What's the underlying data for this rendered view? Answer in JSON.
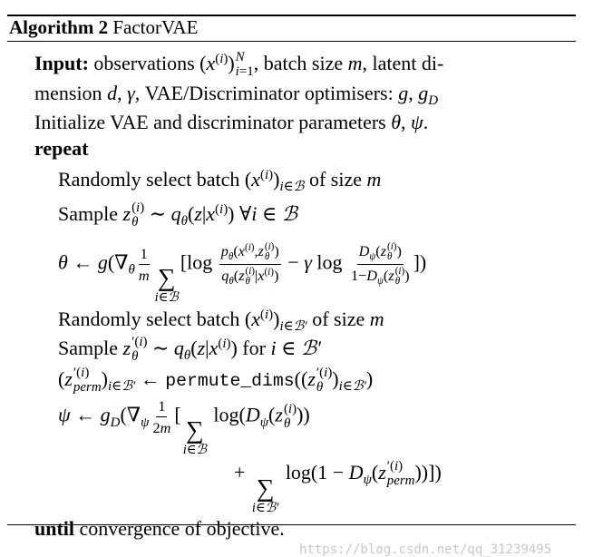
{
  "algorithm": {
    "title_label": "Algorithm 2",
    "title_name": "FactorVAE",
    "lines": [
      [
        {
          "b": "Input:"
        },
        {
          "r": " observations ("
        },
        {
          "i": "x"
        },
        {
          "sup": [
            {
              "r": "("
            },
            {
              "i": "i"
            },
            {
              "r": ")"
            }
          ]
        },
        {
          "r": ")"
        },
        {
          "ss": [
            [
              {
                "i": "N"
              }
            ],
            [
              {
                "i": "i"
              },
              {
                "r": "=1"
              }
            ]
          ]
        },
        {
          "r": ", batch size "
        },
        {
          "i": "m"
        },
        {
          "r": ", latent di-"
        }
      ],
      [
        {
          "r": "mension "
        },
        {
          "i": "d"
        },
        {
          "r": ", "
        },
        {
          "i": "γ"
        },
        {
          "r": ", VAE/Discriminator optimisers: "
        },
        {
          "i": "g"
        },
        {
          "r": ", "
        },
        {
          "i": "g"
        },
        {
          "sub": [
            {
              "i": "D"
            }
          ]
        }
      ],
      [
        {
          "r": "Initialize VAE and discriminator parameters "
        },
        {
          "i": "θ"
        },
        {
          "r": ", "
        },
        {
          "i": "ψ"
        },
        {
          "r": "."
        }
      ],
      [
        {
          "b": "repeat"
        }
      ],
      [
        {
          "r": "Randomly select batch ("
        },
        {
          "i": "x"
        },
        {
          "sup": [
            {
              "r": "("
            },
            {
              "i": "i"
            },
            {
              "r": ")"
            }
          ]
        },
        {
          "r": ")"
        },
        {
          "sub": [
            {
              "i": "i"
            },
            {
              "r": "∈"
            },
            {
              "i": "ℬ"
            }
          ]
        },
        {
          "r": " of size "
        },
        {
          "i": "m"
        }
      ],
      [
        {
          "r": "Sample "
        },
        {
          "i": "z"
        },
        {
          "ss": [
            [
              {
                "r": "("
              },
              {
                "i": "i"
              },
              {
                "r": ")"
              }
            ],
            [
              {
                "i": "θ"
              }
            ]
          ]
        },
        {
          "r": " ∼ "
        },
        {
          "i": "q"
        },
        {
          "sub": [
            {
              "i": "θ"
            }
          ]
        },
        {
          "r": "("
        },
        {
          "i": "z"
        },
        {
          "r": "|"
        },
        {
          "i": "x"
        },
        {
          "sup": [
            {
              "r": "("
            },
            {
              "i": "i"
            },
            {
              "r": ")"
            }
          ]
        },
        {
          "r": ") ∀"
        },
        {
          "i": "i"
        },
        {
          "r": " ∈ "
        },
        {
          "i": "ℬ"
        }
      ],
      [
        {
          "i": "θ"
        },
        {
          "r": " ← "
        },
        {
          "i": "g"
        },
        {
          "r": "(∇"
        },
        {
          "sub": [
            {
              "i": "θ"
            }
          ]
        },
        {
          "frac": [
            [
              {
                "r": "1"
              }
            ],
            [
              {
                "i": "m"
              }
            ]
          ]
        },
        {
          "sum": [
            {
              "i": "i"
            },
            {
              "r": "∈"
            },
            {
              "i": "ℬ"
            }
          ]
        },
        {
          "r": "[log "
        },
        {
          "frac": [
            [
              {
                "i": "p"
              },
              {
                "sub": [
                  {
                    "i": "θ"
                  }
                ]
              },
              {
                "r": "("
              },
              {
                "i": "x"
              },
              {
                "sup": [
                  {
                    "r": "("
                  },
                  {
                    "i": "i"
                  },
                  {
                    "r": ")"
                  }
                ]
              },
              {
                "r": ","
              },
              {
                "i": "z"
              },
              {
                "ss": [
                  [
                    {
                      "r": "("
                    },
                    {
                      "i": "i"
                    },
                    {
                      "r": ")"
                    }
                  ],
                  [
                    {
                      "i": "θ"
                    }
                  ]
                ]
              },
              {
                "r": ")"
              }
            ],
            [
              {
                "i": "q"
              },
              {
                "sub": [
                  {
                    "i": "θ"
                  }
                ]
              },
              {
                "r": "("
              },
              {
                "i": "z"
              },
              {
                "ss": [
                  [
                    {
                      "r": "("
                    },
                    {
                      "i": "i"
                    },
                    {
                      "r": ")"
                    }
                  ],
                  [
                    {
                      "i": "θ"
                    }
                  ]
                ]
              },
              {
                "r": "|"
              },
              {
                "i": "x"
              },
              {
                "sup": [
                  {
                    "r": "("
                  },
                  {
                    "i": "i"
                  },
                  {
                    "r": ")"
                  }
                ]
              },
              {
                "r": ")"
              }
            ]
          ]
        },
        {
          "r": " − "
        },
        {
          "i": "γ"
        },
        {
          "r": " log "
        },
        {
          "frac": [
            [
              {
                "i": "D"
              },
              {
                "sub": [
                  {
                    "i": "ψ"
                  }
                ]
              },
              {
                "r": "("
              },
              {
                "i": "z"
              },
              {
                "ss": [
                  [
                    {
                      "r": "("
                    },
                    {
                      "i": "i"
                    },
                    {
                      "r": ")"
                    }
                  ],
                  [
                    {
                      "i": "θ"
                    }
                  ]
                ]
              },
              {
                "r": ")"
              }
            ],
            [
              {
                "r": "1−"
              },
              {
                "i": "D"
              },
              {
                "sub": [
                  {
                    "i": "ψ"
                  }
                ]
              },
              {
                "r": "("
              },
              {
                "i": "z"
              },
              {
                "ss": [
                  [
                    {
                      "r": "("
                    },
                    {
                      "i": "i"
                    },
                    {
                      "r": ")"
                    }
                  ],
                  [
                    {
                      "i": "θ"
                    }
                  ]
                ]
              },
              {
                "r": ")"
              }
            ]
          ]
        },
        {
          "r": "])"
        }
      ],
      [
        {
          "r": "Randomly select batch ("
        },
        {
          "i": "x"
        },
        {
          "sup": [
            {
              "r": "("
            },
            {
              "i": "i"
            },
            {
              "r": ")"
            }
          ]
        },
        {
          "r": ")"
        },
        {
          "sub": [
            {
              "i": "i"
            },
            {
              "r": "∈"
            },
            {
              "i": "ℬ′"
            }
          ]
        },
        {
          "r": " of size "
        },
        {
          "i": "m"
        }
      ],
      [
        {
          "r": "Sample "
        },
        {
          "i": "z"
        },
        {
          "ss": [
            [
              {
                "r": "′("
              },
              {
                "i": "i"
              },
              {
                "r": ")"
              }
            ],
            [
              {
                "i": "θ"
              }
            ]
          ]
        },
        {
          "r": " ∼ "
        },
        {
          "i": "q"
        },
        {
          "sub": [
            {
              "i": "θ"
            }
          ]
        },
        {
          "r": "("
        },
        {
          "i": "z"
        },
        {
          "r": "|"
        },
        {
          "i": "x"
        },
        {
          "sup": [
            {
              "r": "("
            },
            {
              "i": "i"
            },
            {
              "r": ")"
            }
          ]
        },
        {
          "r": ") for "
        },
        {
          "i": "i"
        },
        {
          "r": " ∈ "
        },
        {
          "i": "ℬ′"
        }
      ],
      [
        {
          "r": "("
        },
        {
          "i": "z"
        },
        {
          "ss": [
            [
              {
                "r": "′("
              },
              {
                "i": "i"
              },
              {
                "r": ")"
              }
            ],
            [
              {
                "i": "perm"
              }
            ]
          ]
        },
        {
          "r": ")"
        },
        {
          "sub": [
            {
              "i": "i"
            },
            {
              "r": "∈"
            },
            {
              "i": "ℬ′"
            }
          ]
        },
        {
          "r": " ← "
        },
        {
          "tt": "permute_dims"
        },
        {
          "r": "(("
        },
        {
          "i": "z"
        },
        {
          "ss": [
            [
              {
                "r": "′("
              },
              {
                "i": "i"
              },
              {
                "r": ")"
              }
            ],
            [
              {
                "i": "θ"
              }
            ]
          ]
        },
        {
          "r": ")"
        },
        {
          "sub": [
            {
              "i": "i"
            },
            {
              "r": "∈"
            },
            {
              "i": "ℬ′"
            }
          ]
        },
        {
          "r": ")"
        }
      ],
      [
        {
          "i": "ψ"
        },
        {
          "r": " ← "
        },
        {
          "i": "g"
        },
        {
          "sub": [
            {
              "i": "D"
            }
          ]
        },
        {
          "r": "(∇"
        },
        {
          "sub": [
            {
              "i": "ψ"
            }
          ]
        },
        {
          "frac": [
            [
              {
                "r": "1"
              }
            ],
            [
              {
                "r": "2"
              },
              {
                "i": "m"
              }
            ]
          ]
        },
        {
          "r": "["
        },
        {
          "sum": [
            {
              "i": "i"
            },
            {
              "r": "∈"
            },
            {
              "i": "ℬ"
            }
          ]
        },
        {
          "r": " log("
        },
        {
          "i": "D"
        },
        {
          "sub": [
            {
              "i": "ψ"
            }
          ]
        },
        {
          "r": "("
        },
        {
          "i": "z"
        },
        {
          "ss": [
            [
              {
                "r": "("
              },
              {
                "i": "i"
              },
              {
                "r": ")"
              }
            ],
            [
              {
                "i": "θ"
              }
            ]
          ]
        },
        {
          "r": "))"
        }
      ],
      [
        {
          "r": "+ "
        },
        {
          "sum": [
            {
              "i": "i"
            },
            {
              "r": "∈"
            },
            {
              "i": "ℬ′"
            }
          ]
        },
        {
          "r": " log(1 − "
        },
        {
          "i": "D"
        },
        {
          "sub": [
            {
              "i": "ψ"
            }
          ]
        },
        {
          "r": "("
        },
        {
          "i": "z"
        },
        {
          "ss": [
            [
              {
                "r": "′("
              },
              {
                "i": "i"
              },
              {
                "r": ")"
              }
            ],
            [
              {
                "i": "perm"
              }
            ]
          ]
        },
        {
          "r": "))])"
        }
      ],
      [
        {
          "b": "until"
        },
        {
          "r": " convergence of objective."
        }
      ]
    ]
  },
  "watermark": "https://blog.csdn.net/qq_31239495"
}
